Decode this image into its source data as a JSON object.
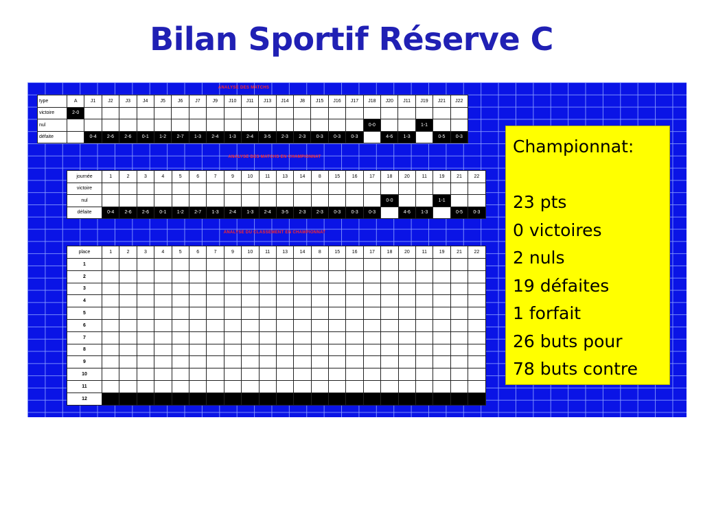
{
  "title": "Bilan Sportif Réserve C",
  "t1": {
    "title": "ANALYSE DES MATCHS",
    "header_label": "type",
    "columns": [
      "A",
      "J1",
      "J2",
      "J3",
      "J4",
      "J5",
      "J6",
      "J7",
      "J9",
      "J10",
      "J11",
      "J13",
      "J14",
      "J8",
      "J15",
      "J16",
      "J17",
      "J18",
      "J20",
      "J11",
      "J19",
      "J21",
      "J22"
    ],
    "rows": [
      {
        "label": "victoire",
        "cells": [
          "2-0",
          "",
          "",
          "",
          "",
          "",
          "",
          "",
          "",
          "",
          "",
          "",
          "",
          "",
          "",
          "",
          "",
          "",
          "",
          "",
          "",
          "",
          ""
        ],
        "black": [
          0
        ]
      },
      {
        "label": "nul",
        "cells": [
          "",
          "",
          "",
          "",
          "",
          "",
          "",
          "",
          "",
          "",
          "",
          "",
          "",
          "",
          "",
          "",
          "",
          "0-0",
          "",
          "",
          "1-1",
          "",
          ""
        ],
        "black": [
          17,
          20
        ]
      },
      {
        "label": "défaite",
        "cells": [
          "",
          "0-4",
          "2-6",
          "2-6",
          "0-1",
          "1-2",
          "2-7",
          "1-3",
          "2-4",
          "1-3",
          "2-4",
          "3-5",
          "2-3",
          "2-3",
          "0-3",
          "0-3",
          "0-3",
          "",
          "4-6",
          "1-3",
          "",
          "0-5",
          "0-3"
        ],
        "black": [
          1,
          2,
          3,
          4,
          5,
          6,
          7,
          8,
          9,
          10,
          11,
          12,
          13,
          14,
          15,
          16,
          18,
          19,
          21,
          22
        ]
      }
    ]
  },
  "t2": {
    "title": "ANALYSE DES MATCHS EN CHAMPIONNAT",
    "header_label": "journée",
    "columns": [
      "1",
      "2",
      "3",
      "4",
      "5",
      "6",
      "7",
      "9",
      "10",
      "11",
      "13",
      "14",
      "8",
      "15",
      "16",
      "17",
      "18",
      "20",
      "11",
      "19",
      "21",
      "22"
    ],
    "rows": [
      {
        "label": "victoire",
        "cells": [
          "",
          "",
          "",
          "",
          "",
          "",
          "",
          "",
          "",
          "",
          "",
          "",
          "",
          "",
          "",
          "",
          "",
          "",
          "",
          "",
          "",
          ""
        ],
        "black": []
      },
      {
        "label": "nul",
        "cells": [
          "",
          "",
          "",
          "",
          "",
          "",
          "",
          "",
          "",
          "",
          "",
          "",
          "",
          "",
          "",
          "",
          "0-0",
          "",
          "",
          "1-1",
          "",
          ""
        ],
        "black": [
          16,
          19
        ]
      },
      {
        "label": "défaite",
        "cells": [
          "0-4",
          "2-6",
          "2-6",
          "0-1",
          "1-2",
          "2-7",
          "1-3",
          "2-4",
          "1-3",
          "2-4",
          "3-5",
          "2-3",
          "2-3",
          "0-3",
          "0-3",
          "0-3",
          "",
          "4-6",
          "1-3",
          "",
          "0-5",
          "0-3"
        ],
        "black": [
          0,
          1,
          2,
          3,
          4,
          5,
          6,
          7,
          8,
          9,
          10,
          11,
          12,
          13,
          14,
          15,
          17,
          18,
          20,
          21
        ]
      }
    ]
  },
  "t3": {
    "title": "ANALYSE DU CLASSEMENT EN CHAMPIONNAT",
    "header_label": "place",
    "columns": [
      "1",
      "2",
      "3",
      "4",
      "5",
      "6",
      "7",
      "9",
      "10",
      "11",
      "13",
      "14",
      "8",
      "15",
      "16",
      "17",
      "18",
      "20",
      "11",
      "19",
      "21",
      "22"
    ],
    "places": [
      "1",
      "2",
      "3",
      "4",
      "5",
      "6",
      "7",
      "8",
      "9",
      "10",
      "11",
      "12"
    ],
    "black_row_index": 11
  },
  "summary": {
    "lines": [
      "Championnat:",
      "",
      "23 pts",
      "0 victoires",
      "2 nuls",
      "19 défaites",
      "1 forfait",
      "26 buts  pour",
      "78 buts contre"
    ]
  },
  "colors": {
    "title": "#2020b4",
    "board": "#0a14e6",
    "panel": "#ffff00",
    "section_title": "#ff2a2a"
  }
}
